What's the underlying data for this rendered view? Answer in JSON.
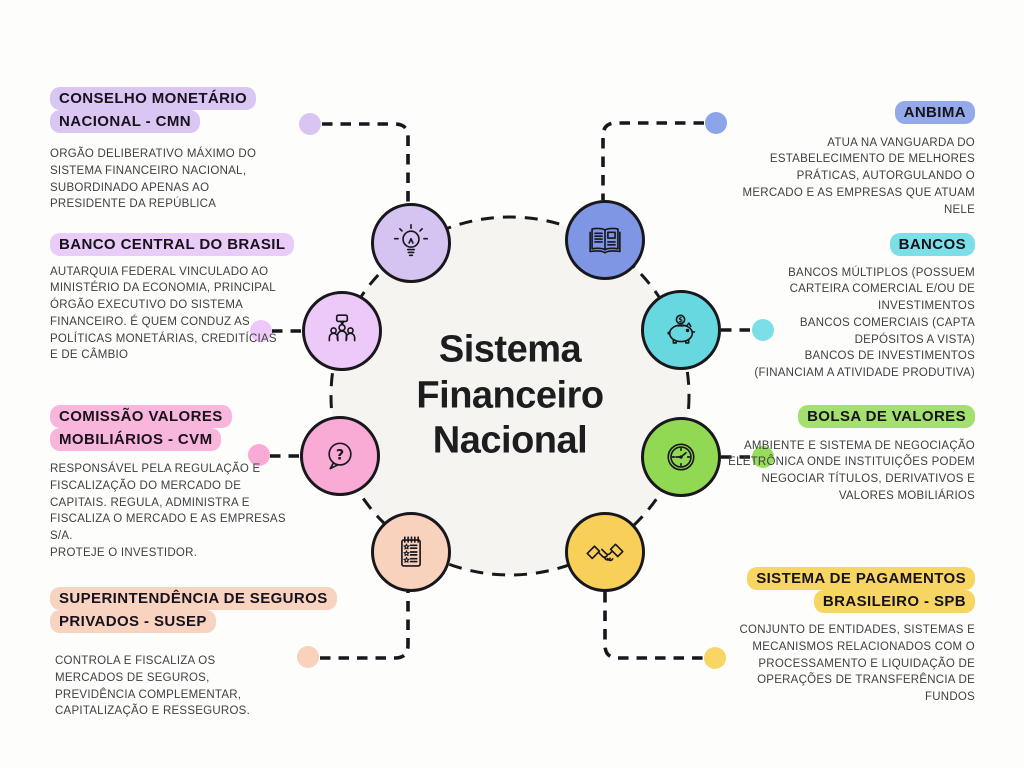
{
  "title": {
    "text": "Sistema\nFinanceiro\nNacional"
  },
  "left_blocks": [
    {
      "heading": "CONSELHO MONETÁRIO NACIONAL - CMN",
      "body": "ORGÃO DELIBERATIVO MÁXIMO DO SISTEMA FINANCEIRO NACIONAL, SUBORDINADO APENAS AO PRESIDENTE DA REPÚBLICA",
      "accent": "#d9c6f3"
    },
    {
      "heading": "BANCO CENTRAL DO BRASIL",
      "body": "AUTARQUIA FEDERAL VINCULADO AO MINISTÉRIO DA ECONOMIA, PRINCIPAL ÓRGÃO EXECUTIVO DO SISTEMA FINANCEIRO. É QUEM CONDUZ AS POLÍTICAS MONETÁRIAS, CREDITÍCIAS E DE CÂMBIO",
      "accent": "#e9ccf7"
    },
    {
      "heading": "COMISSÃO VALORES MOBILIÁRIOS - CVM",
      "body": "RESPONSÁVEL PELA REGULAÇÃO E FISCALIZAÇÃO DO MERCADO DE CAPITAIS. REGULA, ADMINISTRA E FISCALIZA O MERCADO E AS EMPRESAS S/A.\nPROTEJE O INVESTIDOR.",
      "accent": "#f9b6dc"
    },
    {
      "heading": "SUPERINTENDÊNCIA DE SEGUROS PRIVADOS - SUSEP",
      "body": "CONTROLA E FISCALIZA OS MERCADOS DE SEGUROS, PREVIDÊNCIA COMPLEMENTAR, CAPITALIZAÇÃO E RESSEGUROS.",
      "accent": "#f8d4c0"
    }
  ],
  "right_blocks": [
    {
      "heading": "ANBIMA",
      "body": "ATUA NA VANGUARDA DO ESTABELECIMENTO DE MELHORES PRÁTICAS, AUTORGULANDO O MERCADO E AS EMPRESAS QUE ATUAM NELE",
      "accent": "#93a9ea"
    },
    {
      "heading": "BANCOS",
      "body": "BANCOS MÚLTIPLOS (POSSUEM CARTEIRA COMERCIAL E/OU DE INVESTIMENTOS\nBANCOS COMERCIAIS (CAPTA DEPÓSITOS A VISTA)\nBANCOS DE INVESTIMENTOS (FINANCIAM A ATIVIDADE PRODUTIVA)",
      "accent": "#7cdfe7"
    },
    {
      "heading": "BOLSA DE VALORES",
      "body": "AMBIENTE E SISTEMA DE NEGOCIAÇÃO ELETRÔNICA ONDE INSTITUIÇÕES PODEM NEGOCIAR TÍTULOS, DERIVATIVOS E VALORES MOBILIÁRIOS",
      "accent": "#a4e070"
    },
    {
      "heading": "SISTEMA DE PAGAMENTOS BRASILEIRO - SPB",
      "body": "CONJUNTO DE ENTIDADES, SISTEMAS E MECANISMOS RELACIONADOS COM O PROCESSAMENTO E LIQUIDAÇÃO DE OPERAÇÕES DE TRANSFERÊNCIA DE FUNDOS",
      "accent": "#f7d563"
    }
  ],
  "nodes": [
    {
      "id": "lightbulb",
      "color": "#d5c3f1"
    },
    {
      "id": "book",
      "color": "#7e96e3"
    },
    {
      "id": "people",
      "color": "#ecc9f8"
    },
    {
      "id": "piggy",
      "color": "#68d8e0"
    },
    {
      "id": "question",
      "color": "#f9aad5"
    },
    {
      "id": "clock",
      "color": "#91d853"
    },
    {
      "id": "notepad",
      "color": "#f8d2bd"
    },
    {
      "id": "handshake",
      "color": "#f7cf59"
    }
  ],
  "dots": [
    {
      "id": "dot-cmn",
      "color": "#d8c5f2"
    },
    {
      "id": "dot-anbima",
      "color": "#8ca4e8"
    },
    {
      "id": "dot-bcb",
      "color": "#ecc9f8"
    },
    {
      "id": "dot-bancos",
      "color": "#7cdfe7"
    },
    {
      "id": "dot-cvm",
      "color": "#f9aad5"
    },
    {
      "id": "dot-bolsa",
      "color": "#97dd5b"
    },
    {
      "id": "dot-susep",
      "color": "#f8d2bd"
    },
    {
      "id": "dot-spb",
      "color": "#f8d564"
    }
  ]
}
